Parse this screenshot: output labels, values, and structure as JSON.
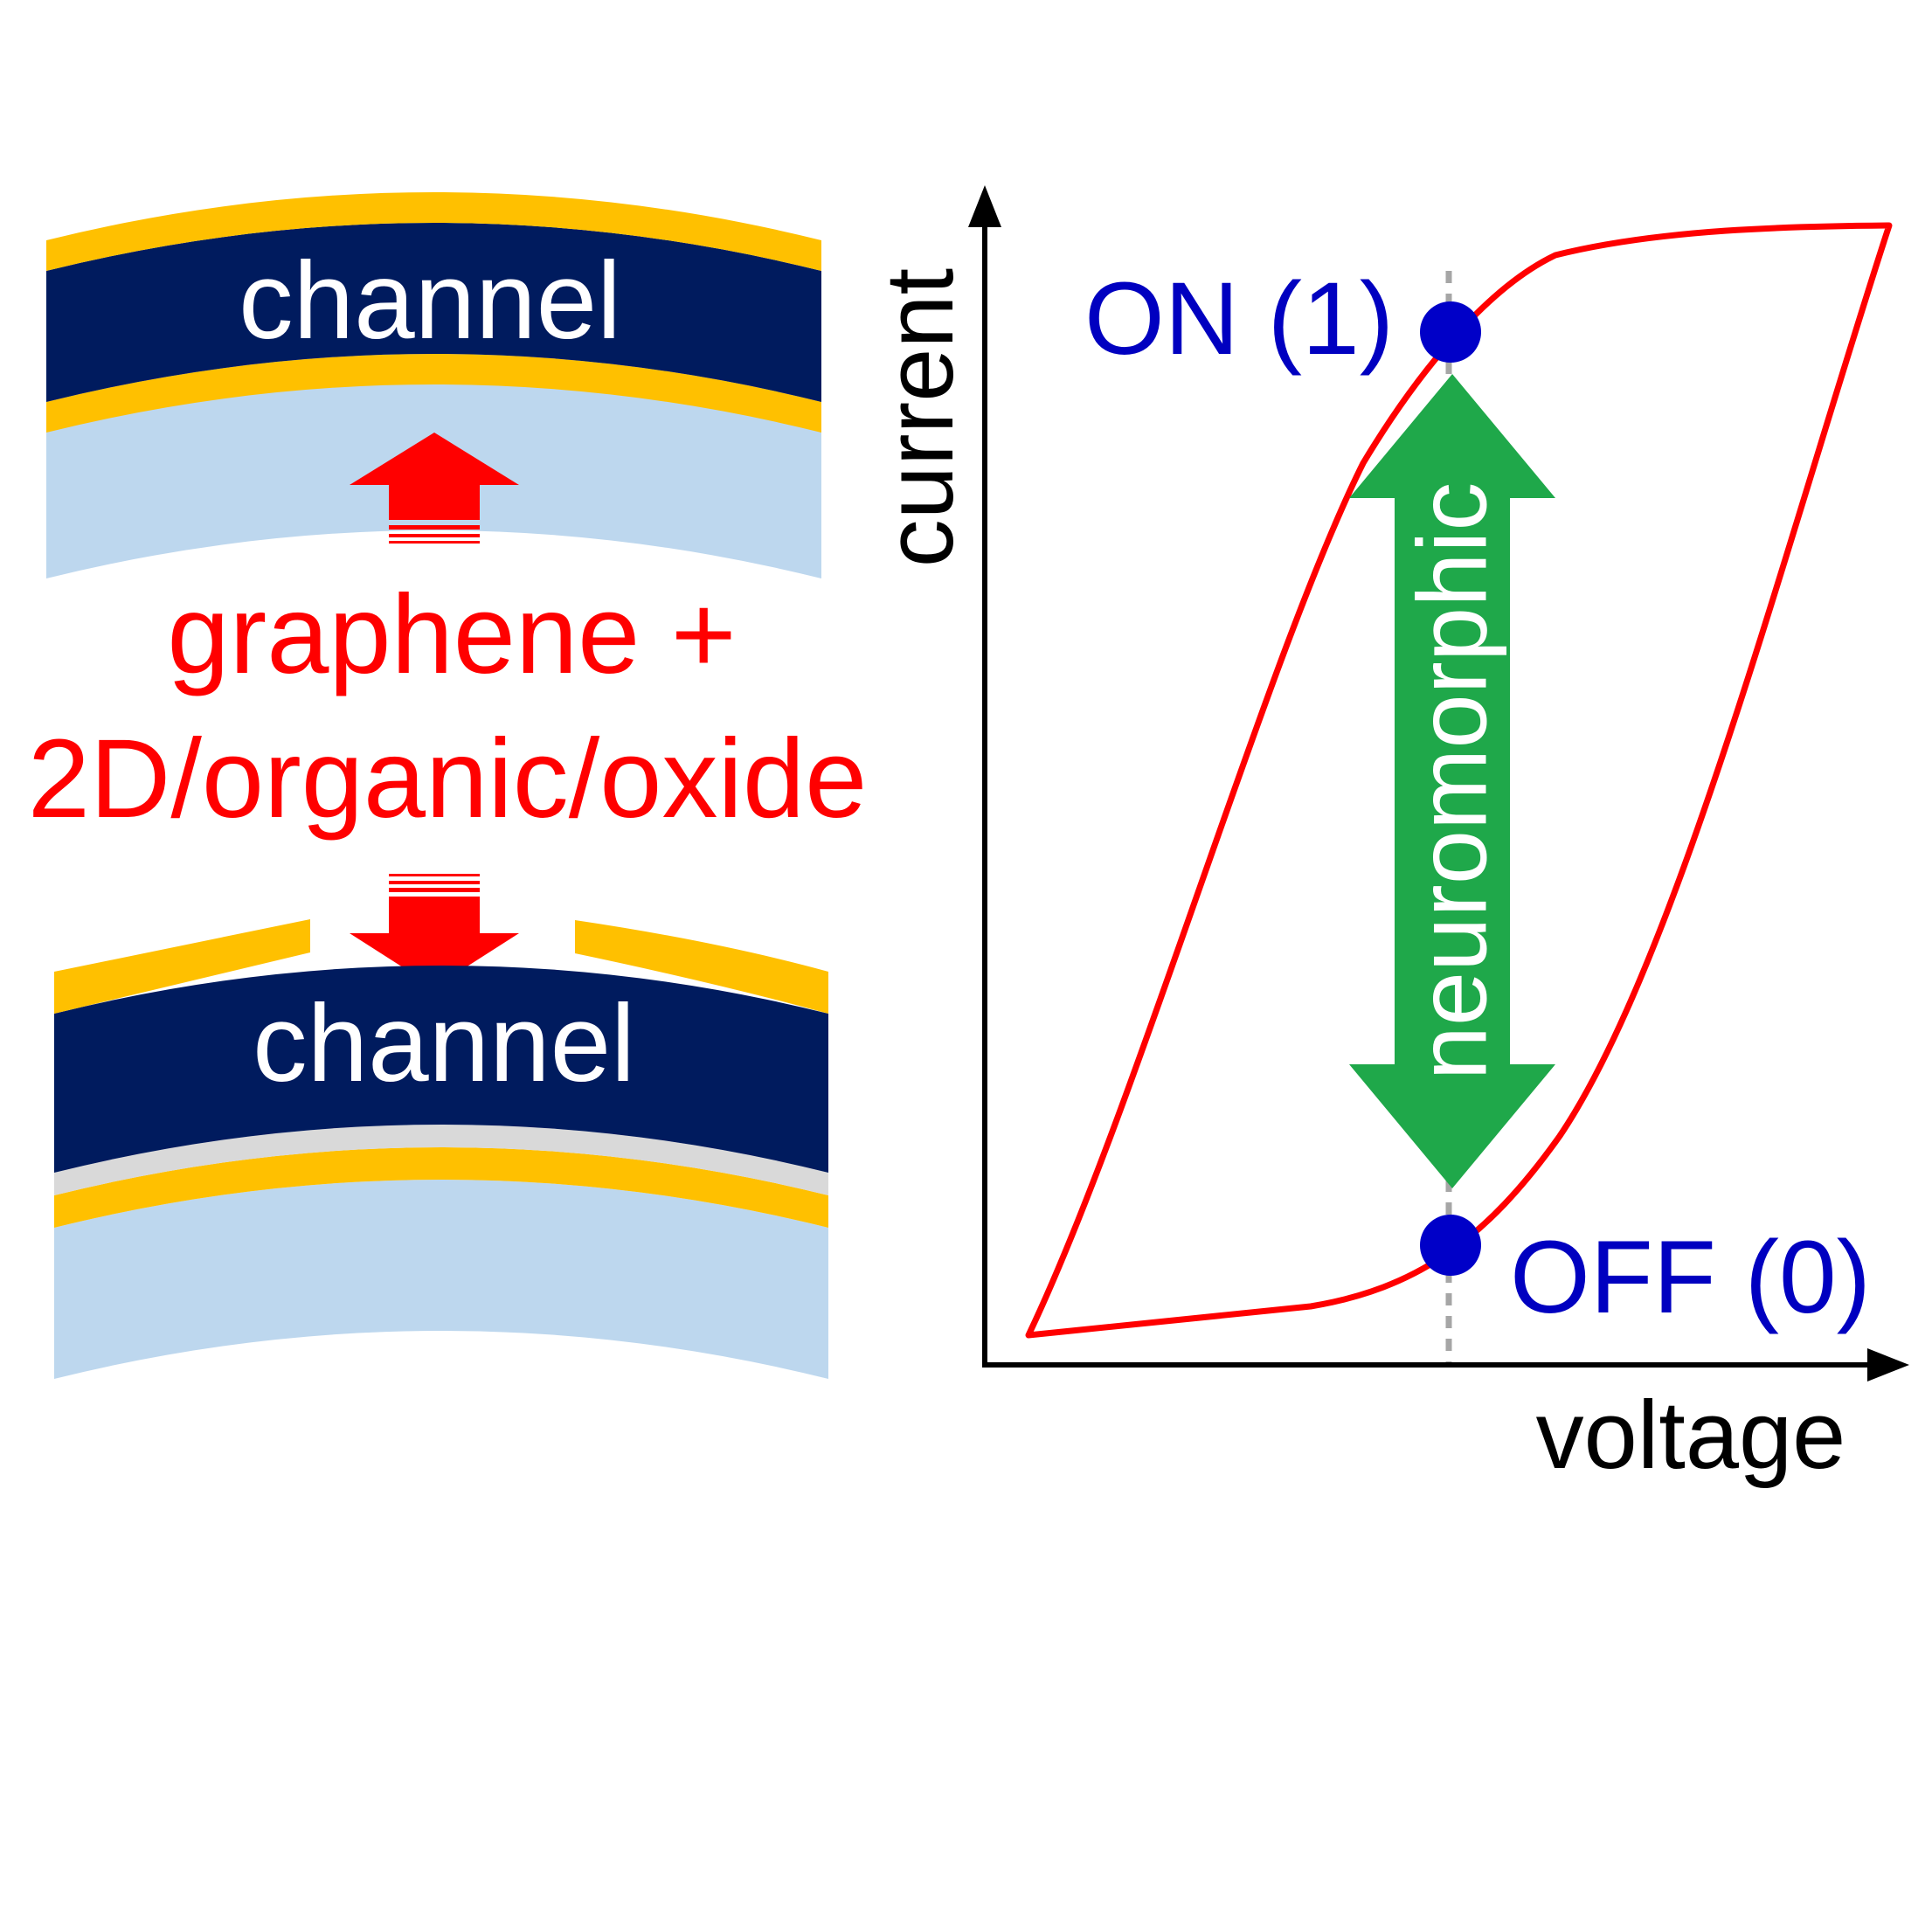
{
  "diagram": {
    "top_device": {
      "channel_label": "channel"
    },
    "bottom_device": {
      "channel_label": "channel"
    },
    "material": {
      "line1": "graphene +",
      "line2": "2D/organic/oxide"
    },
    "plot": {
      "y_axis_label": "current",
      "x_axis_label": "voltage",
      "on_state_label": "ON (1)",
      "off_state_label": "OFF (0)",
      "arrow_label": "neuromorphic"
    },
    "colors": {
      "channel": "#001b5e",
      "electrode": "#ffc000",
      "substrate": "#bdd7ee",
      "dielectric": "#d9d9d9",
      "material_arrow": "#ff0000",
      "hysteresis_curve": "#ff0000",
      "state_dot": "#0000c8",
      "neuromorphic_arrow": "#1fa84a"
    }
  }
}
